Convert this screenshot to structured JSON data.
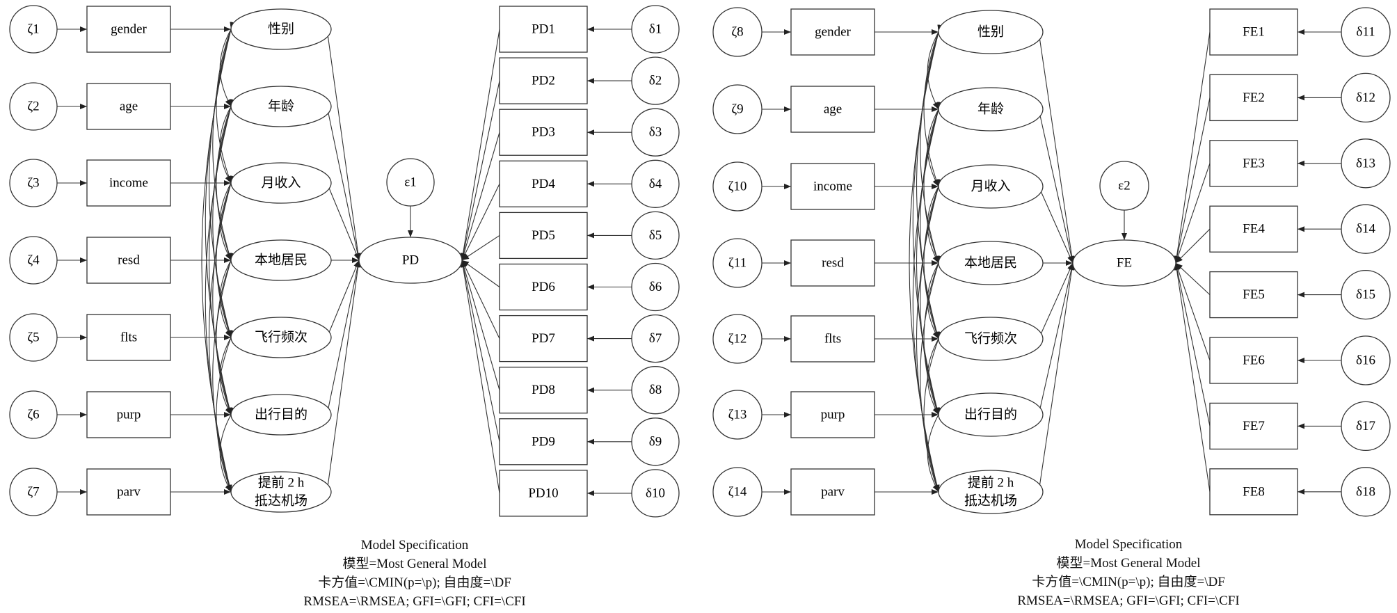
{
  "panels": [
    {
      "errors": [
        "ζ1",
        "ζ2",
        "ζ3",
        "ζ4",
        "ζ5",
        "ζ6",
        "ζ7"
      ],
      "observed": [
        "gender",
        "age",
        "income",
        "resd",
        "flts",
        "purp",
        "parv"
      ],
      "factors": [
        [
          "性别"
        ],
        [
          "年龄"
        ],
        [
          "月收入"
        ],
        [
          "本地居民"
        ],
        [
          "飞行频次"
        ],
        [
          "出行目的"
        ],
        [
          "提前 2 h",
          "抵达机场"
        ]
      ],
      "outcome_label": "PD",
      "outcome_error": "ε1",
      "indicators": [
        "PD1",
        "PD2",
        "PD3",
        "PD4",
        "PD5",
        "PD6",
        "PD7",
        "PD8",
        "PD9",
        "PD10"
      ],
      "indicator_errors": [
        "δ1",
        "δ2",
        "δ3",
        "δ4",
        "δ5",
        "δ6",
        "δ7",
        "δ8",
        "δ9",
        "δ10"
      ],
      "spec": {
        "title": "Model Specification",
        "model": "模型=Most General Model",
        "chi": "卡方值=\\CMIN(p=\\p); 自由度=\\DF",
        "fit": "RMSEA=\\RMSEA; GFI=\\GFI; CFI=\\CFI"
      }
    },
    {
      "errors": [
        "ζ8",
        "ζ9",
        "ζ10",
        "ζ11",
        "ζ12",
        "ζ13",
        "ζ14"
      ],
      "observed": [
        "gender",
        "age",
        "income",
        "resd",
        "flts",
        "purp",
        "parv"
      ],
      "factors": [
        [
          "性别"
        ],
        [
          "年龄"
        ],
        [
          "月收入"
        ],
        [
          "本地居民"
        ],
        [
          "飞行频次"
        ],
        [
          "出行目的"
        ],
        [
          "提前 2 h",
          "抵达机场"
        ]
      ],
      "outcome_label": "FE",
      "outcome_error": "ε2",
      "indicators": [
        "FE1",
        "FE2",
        "FE3",
        "FE4",
        "FE5",
        "FE6",
        "FE7",
        "FE8"
      ],
      "indicator_errors": [
        "δ11",
        "δ12",
        "δ13",
        "δ14",
        "δ15",
        "δ16",
        "δ17",
        "δ18"
      ],
      "spec": {
        "title": "Model Specification",
        "model": "模型=Most General Model",
        "chi": "卡方值=\\CMIN(p=\\p); 自由度=\\DF",
        "fit": "RMSEA=\\RMSEA; GFI=\\GFI; CFI=\\CFI"
      }
    }
  ]
}
